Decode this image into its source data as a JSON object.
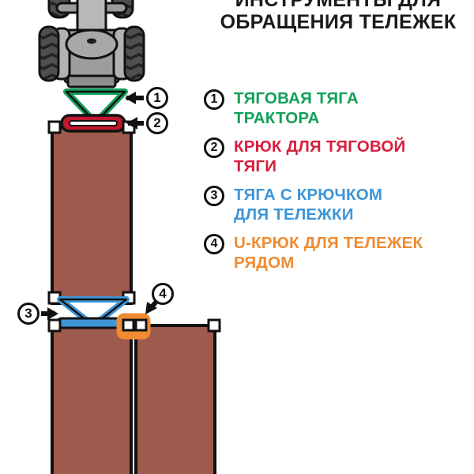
{
  "title": {
    "line1": "ИНСТРУМЕНТЫ ДЛЯ",
    "line2": "ОБРАЩЕНИЯ ТЕЛЕЖЕК"
  },
  "legend": {
    "items": [
      {
        "number": "1",
        "line1": "ТЯГОВАЯ ТЯГА",
        "line2": "ТРАКТОРА",
        "color": "#11a05a"
      },
      {
        "number": "2",
        "line1": "КРЮК ДЛЯ ТЯГОВОЙ",
        "line2": "ТЯГИ",
        "color": "#d61f3c"
      },
      {
        "number": "3",
        "line1": "ТЯГА С КРЮЧКОМ",
        "line2": "ДЛЯ ТЕЛЕЖКИ",
        "color": "#3d95d8"
      },
      {
        "number": "4",
        "line1": "U-КРЮК ДЛЯ ТЕЛЕЖЕК",
        "line2": "РЯДОМ",
        "color": "#ef8b33"
      }
    ]
  },
  "callouts": [
    {
      "number": "1",
      "target": "tractor-drawbar"
    },
    {
      "number": "2",
      "target": "trailer-tow-hook"
    },
    {
      "number": "3",
      "target": "trolley-hook-drawbar"
    },
    {
      "number": "4",
      "target": "u-hook-bracket"
    }
  ],
  "diagram": {
    "vehicle_label": "tractor-top-view",
    "parts": {
      "tractor_body": "tractor-body",
      "tractor_hood": "tractor-hood",
      "tractor_cab_disc": "tractor-cab-disc",
      "rear_tire_left": "rear-tire-left",
      "rear_tire_right": "rear-tire-right",
      "front_tire_left": "front-tire-left",
      "front_tire_right": "front-tire-right",
      "drawbar_triangle": "drawbar-triangle-green",
      "tow_hook_bar": "tow-hook-red",
      "trailer_upper": "trailer-upper",
      "trailer_lower_left": "trailer-lower-left",
      "trailer_lower_right": "trailer-lower-right",
      "blue_drawbar": "blue-drawbar-triangle",
      "blue_cross_bar": "blue-cross-bar",
      "u_hook": "u-hook-orange-bracket"
    },
    "colors": {
      "trailer_fill": "#9E5A4C",
      "tractor_body": "#a0a0a0",
      "tractor_hood": "#b5b5b5",
      "tire_dark": "#2b2b2b",
      "tire_mid": "#5a5a5a",
      "green": "#11a05a",
      "red": "#c0182f",
      "blue": "#3d95d8",
      "orange": "#ef8b33",
      "outline": "#111111",
      "corner_square": "#ffffff"
    }
  }
}
